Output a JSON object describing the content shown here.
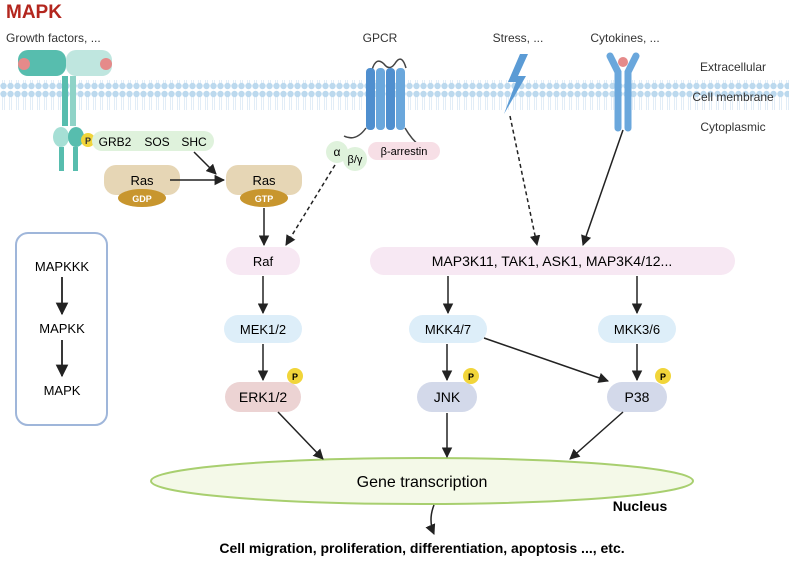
{
  "title": "MAPK",
  "stimuli": {
    "growth_factors": "Growth factors, ...",
    "gpcr": "GPCR",
    "stress": "Stress, ...",
    "cytokines": "Cytokines, ..."
  },
  "membrane_labels": {
    "extracellular": "Extracellular",
    "cell_membrane": "Cell membrane",
    "cytoplasmic": "Cytoplasmic"
  },
  "adaptors": {
    "phospho": "P",
    "grb2": "GRB2",
    "sos": "SOS",
    "shc": "SHC"
  },
  "g_protein": {
    "alpha": "α",
    "beta_gamma": "β/γ",
    "arrestin": "β-arrestin"
  },
  "ras": {
    "ras_gdp_label": "Ras",
    "gdp": "GDP",
    "ras_gtp_label": "Ras",
    "gtp": "GTP"
  },
  "legend": {
    "mapkkk": "MAPKKK",
    "mapkk": "MAPKK",
    "mapk": "MAPK"
  },
  "nodes": {
    "raf": "Raf",
    "map3k": "MAP3K11, TAK1, ASK1, MAP3K4/12...",
    "mek": "MEK1/2",
    "mkk47": "MKK4/7",
    "mkk36": "MKK3/6",
    "erk": "ERK1/2",
    "jnk": "JNK",
    "p38": "P38",
    "phospho": "P"
  },
  "nucleus": {
    "gene_transcription": "Gene transcription",
    "label": "Nucleus"
  },
  "outcome": "Cell migration, proliferation, differentiation, apoptosis ..., etc.",
  "colors": {
    "title": "#b3261e",
    "membrane": "#bcd9ee",
    "receptor_teal": "#6fc7b9",
    "gpcr_blue": "#5b9bd5",
    "ras_bg": "#e6d6b5",
    "ras_badge": "#c8962e",
    "raf_map3k": "#f7e8f3",
    "mapkk": "#ddeef9",
    "erk": "#ecd3d3",
    "jnk_p38": "#d3d9ea",
    "phospho": "#f1d53a",
    "nucleus_fill": "#f4f9e8",
    "nucleus_stroke": "#a8cf6f"
  }
}
